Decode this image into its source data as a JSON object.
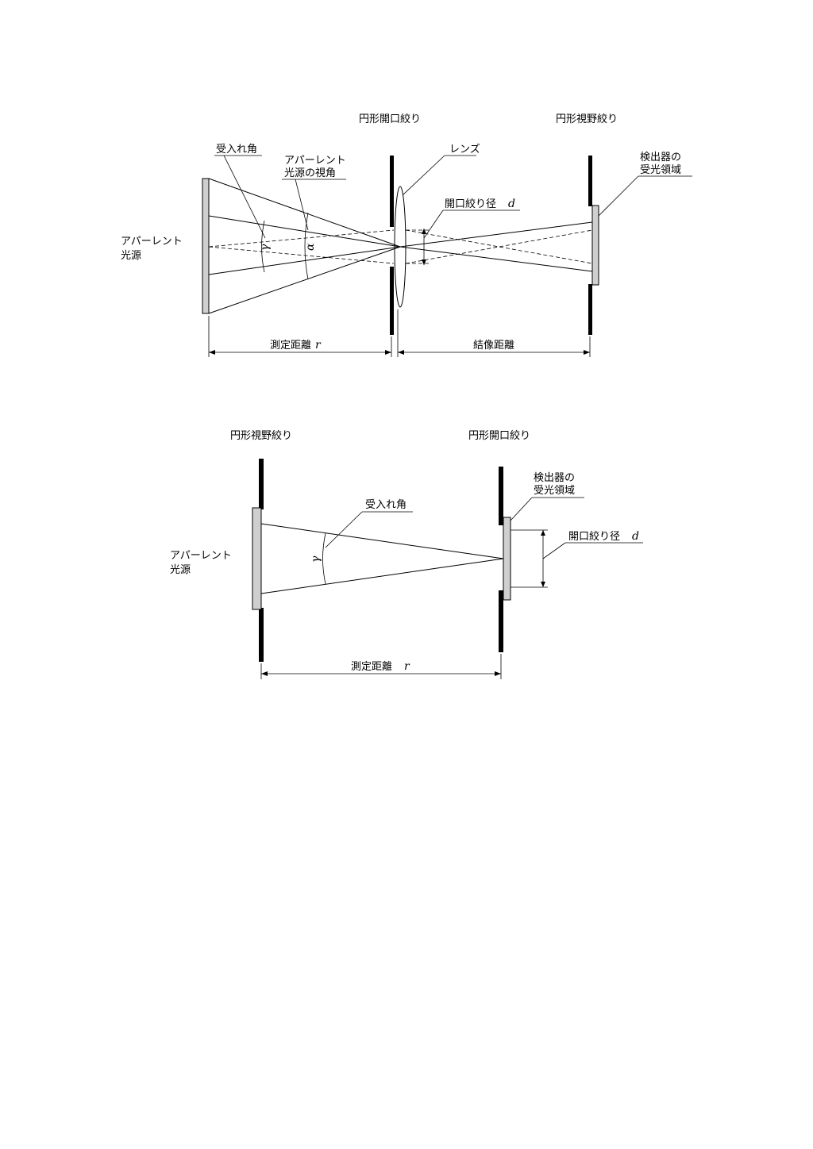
{
  "diagram1": {
    "aperture_stop_title": "円形開口絞り",
    "field_stop_title": "円形視野絞り",
    "acceptance_angle": "受入れ角",
    "apparent_view_angle_line1": "アパーレント",
    "apparent_view_angle_line2": "光源の視角",
    "lens": "レンズ",
    "detector_line1": "検出器の",
    "detector_line2": "受光領域",
    "aperture_diameter": "開口絞り径",
    "aperture_diameter_symbol": "d",
    "source_line1": "アパーレント",
    "source_line2": "光源",
    "gamma_symbol": "γ",
    "alpha_symbol": "α",
    "measure_distance": "測定距離",
    "measure_distance_symbol": "r",
    "image_distance": "結像距離"
  },
  "diagram2": {
    "field_stop_title": "円形視野絞り",
    "aperture_stop_title": "円形開口絞り",
    "detector_line1": "検出器の",
    "detector_line2": "受光領域",
    "acceptance_angle": "受入れ角",
    "aperture_diameter": "開口絞り径",
    "aperture_diameter_symbol": "d",
    "source_line1": "アパーレント",
    "source_line2": "光源",
    "gamma_symbol": "γ",
    "measure_distance": "測定距離",
    "measure_distance_symbol": "r"
  }
}
